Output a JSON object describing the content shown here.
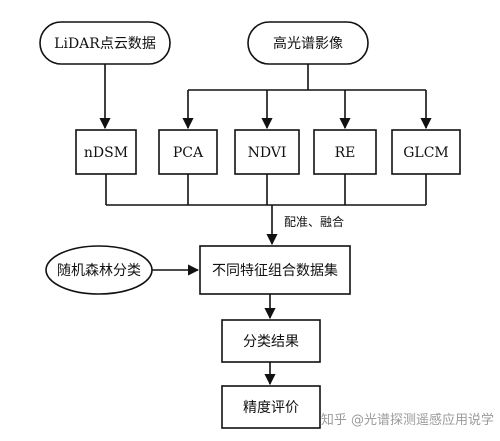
{
  "nodes": {
    "lidar": "LiDAR点云数据",
    "hyperspectral": "高光谱影像",
    "ndsm": "nDSM",
    "pca": "PCA",
    "ndvi": "NDVI",
    "re": "RE",
    "glcm": "GLCM",
    "fusion_label": "配准、融合",
    "random_forest": "随机森林分类",
    "feature_datasets": "不同特征组合数据集",
    "classification_result": "分类结果",
    "accuracy_evaluation": "精度评价"
  },
  "watermark": "知乎 @光谱探测遥感应用说学"
}
